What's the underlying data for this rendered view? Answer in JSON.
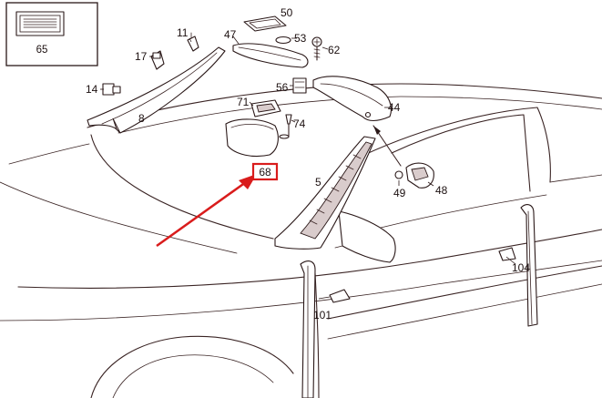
{
  "inset": {
    "label": "65"
  },
  "callouts": {
    "c50": "50",
    "c11": "11",
    "c47": "47",
    "c53": "53",
    "c62": "62",
    "c17": "17",
    "c14": "14",
    "c56": "56",
    "c44": "44",
    "c8": "8",
    "c71": "71",
    "c74": "74",
    "c68": "68",
    "c5": "5",
    "c49": "49",
    "c48": "48",
    "c101": "101",
    "c104": "104"
  },
  "colors": {
    "line": "#3a2424",
    "highlight": "#d91c1c",
    "background": "#ffffff"
  }
}
